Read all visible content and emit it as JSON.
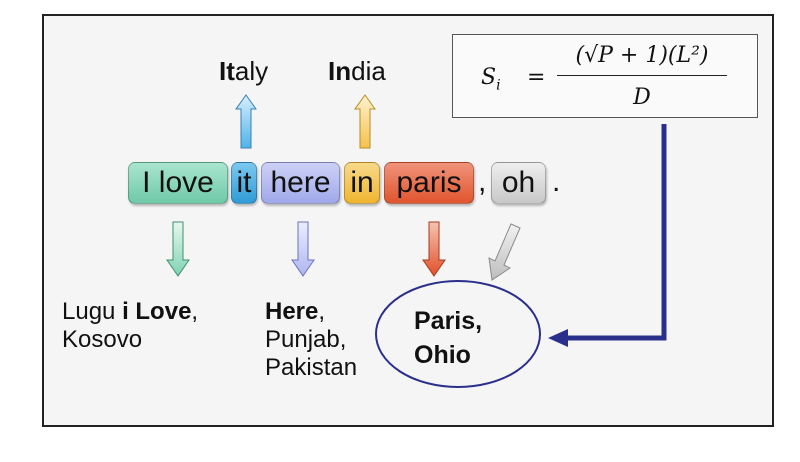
{
  "top_labels": {
    "italy": {
      "bold": "It",
      "rest": "aly"
    },
    "india": {
      "bold": "In",
      "rest": "dia"
    }
  },
  "tokens": {
    "i_love": "I love",
    "it": "it",
    "here": "here",
    "in": "in",
    "paris": "paris",
    "comma": ",",
    "oh": "oh",
    "period": "."
  },
  "formula": {
    "lhs": "S",
    "lhs_sub": "i",
    "equals": "=",
    "numerator": "(√P + 1)(L²)",
    "denominator": "D"
  },
  "places": {
    "lugu": {
      "pre": "Lugu ",
      "bold": "i Love",
      "post": ",",
      "line2": "Kosovo"
    },
    "here": {
      "bold": "Here",
      "post": ",",
      "line2": "Punjab,",
      "line3": "Pakistan"
    },
    "paris": {
      "line1": "Paris,",
      "line2": "Ohio"
    }
  },
  "colors": {
    "i_love": "#7fd3b4",
    "it": "#3aa7e0",
    "here": "#aeb5ef",
    "in": "#f4c24d",
    "paris": "#e8643e",
    "oh": "#d3d3d3",
    "arrow_formula": "#2b2f8c",
    "ellipse": "#2b2f8c"
  }
}
